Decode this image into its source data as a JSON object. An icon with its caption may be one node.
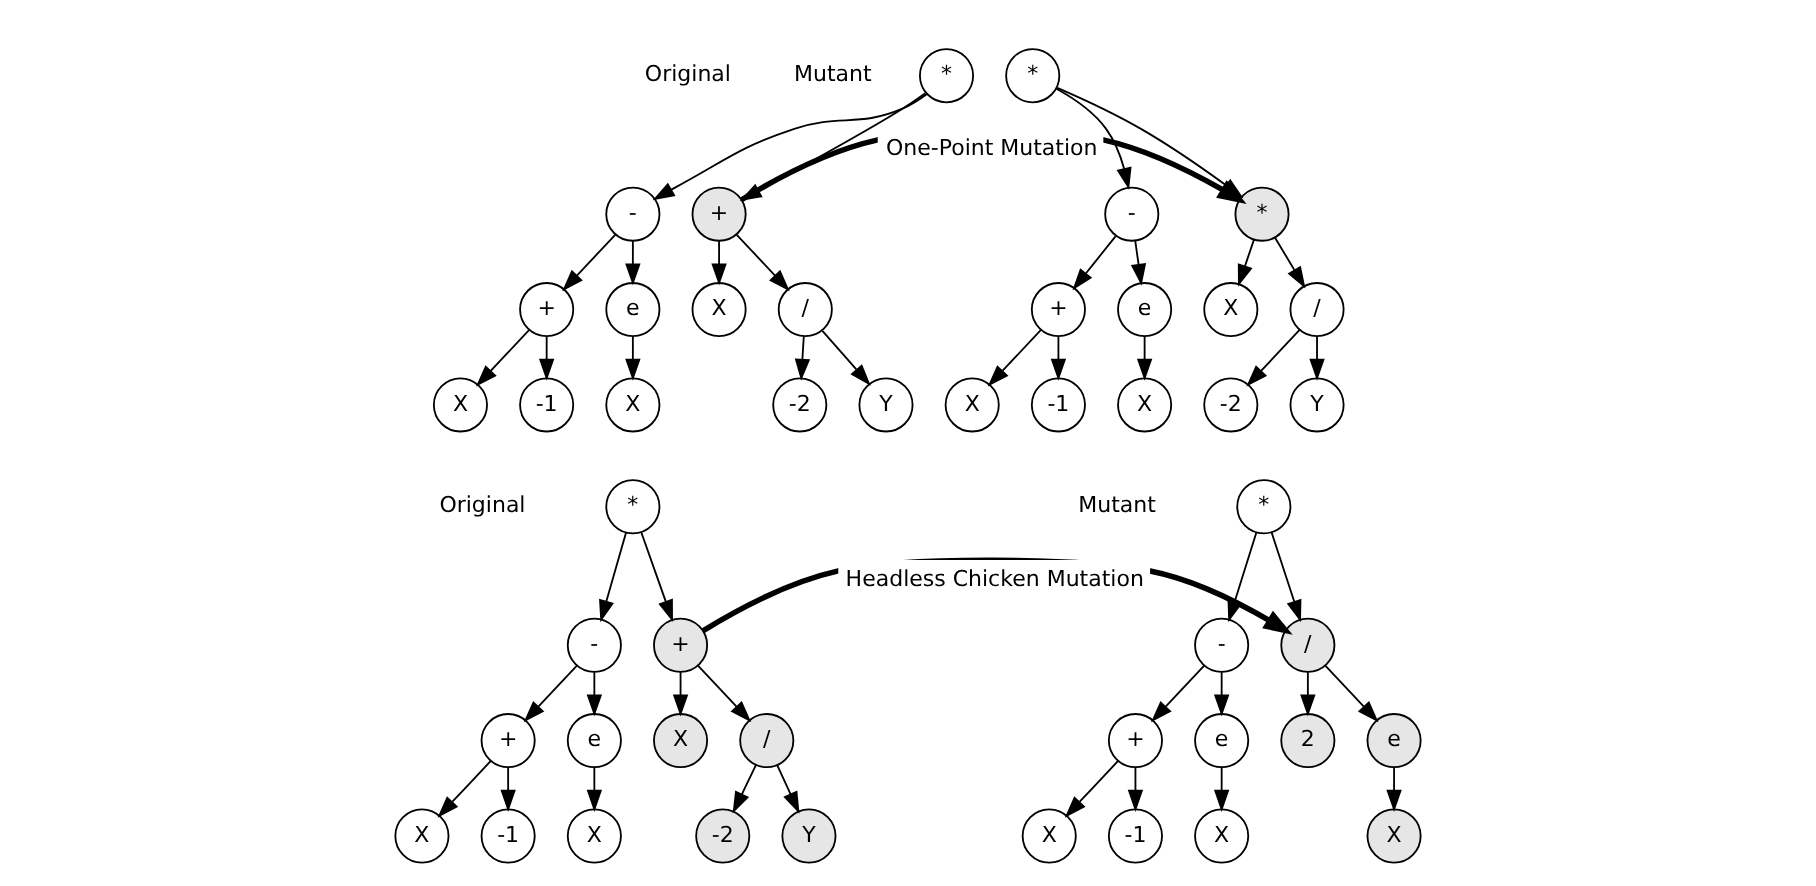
{
  "diagram": {
    "nodes": [
      {
        "text": [
          "*"
        ]
      },
      {
        "text": [
          "-"
        ]
      },
      {
        "text": [
          "+"
        ]
      },
      {
        "text": [
          "+"
        ]
      },
      {
        "text": [
          "e"
        ]
      },
      {
        "text": [
          "X"
        ]
      },
      {
        "text": [
          "/"
        ]
      },
      {
        "text": [
          "X"
        ]
      },
      {
        "text": [
          "-1"
        ]
      },
      {
        "text": [
          "X"
        ]
      },
      {
        "text": [
          "-2"
        ]
      },
      {
        "text": [
          "Y"
        ]
      },
      {
        "text": [
          "*"
        ]
      },
      {
        "text": [
          "-"
        ]
      },
      {
        "text": [
          "*"
        ]
      },
      {
        "text": [
          "+"
        ]
      },
      {
        "text": [
          "e"
        ]
      },
      {
        "text": [
          "X"
        ]
      },
      {
        "text": [
          "/"
        ]
      },
      {
        "text": [
          "X"
        ]
      },
      {
        "text": [
          "-1"
        ]
      },
      {
        "text": [
          "X"
        ]
      },
      {
        "text": [
          "-2"
        ]
      },
      {
        "text": [
          "Y"
        ]
      },
      {
        "text": [
          "*"
        ]
      },
      {
        "text": [
          "-"
        ]
      },
      {
        "text": [
          "+"
        ]
      },
      {
        "text": [
          "+"
        ]
      },
      {
        "text": [
          "e"
        ]
      },
      {
        "text": [
          "X"
        ]
      },
      {
        "text": [
          "/"
        ]
      },
      {
        "text": [
          "X"
        ]
      },
      {
        "text": [
          "-1"
        ]
      },
      {
        "text": [
          "X"
        ]
      },
      {
        "text": [
          "-2"
        ]
      },
      {
        "text": [
          "Y"
        ]
      },
      {
        "text": [
          "*"
        ]
      },
      {
        "text": [
          "-"
        ]
      },
      {
        "text": [
          "/"
        ]
      },
      {
        "text": [
          "+"
        ]
      },
      {
        "text": [
          "e"
        ]
      },
      {
        "text": [
          "2"
        ]
      },
      {
        "text": [
          "e"
        ]
      },
      {
        "text": [
          "X"
        ]
      },
      {
        "text": [
          "-1"
        ]
      },
      {
        "text": [
          "X"
        ]
      },
      {
        "text": [
          "X"
        ]
      }
    ],
    "edges": [
      {
        "from": 0,
        "to": 1,
        "arrow": "to"
      },
      {
        "from": 0,
        "to": 2,
        "arrow": "to"
      },
      {
        "from": 1,
        "to": 3,
        "arrow": "to"
      },
      {
        "from": 1,
        "to": 4,
        "arrow": "to"
      },
      {
        "from": 2,
        "to": 5,
        "arrow": "to"
      },
      {
        "from": 2,
        "to": 6,
        "arrow": "to"
      },
      {
        "from": 3,
        "to": 7,
        "arrow": "to"
      },
      {
        "from": 3,
        "to": 8,
        "arrow": "to"
      },
      {
        "from": 4,
        "to": 9,
        "arrow": "to"
      },
      {
        "from": 6,
        "to": 10,
        "arrow": "to"
      },
      {
        "from": 6,
        "to": 11,
        "arrow": "to"
      },
      {
        "from": 12,
        "to": 13,
        "arrow": "to"
      },
      {
        "from": 12,
        "to": 14,
        "arrow": "to"
      },
      {
        "from": 13,
        "to": 15,
        "arrow": "to"
      },
      {
        "from": 13,
        "to": 16,
        "arrow": "to"
      },
      {
        "from": 14,
        "to": 17,
        "arrow": "to"
      },
      {
        "from": 14,
        "to": 18,
        "arrow": "to"
      },
      {
        "from": 15,
        "to": 19,
        "arrow": "to"
      },
      {
        "from": 15,
        "to": 20,
        "arrow": "to"
      },
      {
        "from": 16,
        "to": 21,
        "arrow": "to"
      },
      {
        "from": 18,
        "to": 22,
        "arrow": "to"
      },
      {
        "from": 18,
        "to": 23,
        "arrow": "to"
      },
      {
        "from": 24,
        "to": 25,
        "arrow": "to"
      },
      {
        "from": 24,
        "to": 26,
        "arrow": "to"
      },
      {
        "from": 25,
        "to": 27,
        "arrow": "to"
      },
      {
        "from": 25,
        "to": 28,
        "arrow": "to"
      },
      {
        "from": 26,
        "to": 29,
        "arrow": "to"
      },
      {
        "from": 26,
        "to": 30,
        "arrow": "to"
      },
      {
        "from": 27,
        "to": 31,
        "arrow": "to"
      },
      {
        "from": 27,
        "to": 32,
        "arrow": "to"
      },
      {
        "from": 28,
        "to": 33,
        "arrow": "to"
      },
      {
        "from": 30,
        "to": 34,
        "arrow": "to"
      },
      {
        "from": 30,
        "to": 35,
        "arrow": "to"
      },
      {
        "from": 36,
        "to": 37,
        "arrow": "to"
      },
      {
        "from": 36,
        "to": 38,
        "arrow": "to"
      },
      {
        "from": 37,
        "to": 39,
        "arrow": "to"
      },
      {
        "from": 37,
        "to": 40,
        "arrow": "to"
      },
      {
        "from": 38,
        "to": 41,
        "arrow": "to"
      },
      {
        "from": 38,
        "to": 42,
        "arrow": "to"
      },
      {
        "from": 39,
        "to": 43,
        "arrow": "to"
      },
      {
        "from": 39,
        "to": 44,
        "arrow": "to"
      },
      {
        "from": 40,
        "to": 45,
        "arrow": "to"
      },
      {
        "from": 42,
        "to": 46,
        "arrow": "to"
      },
      {
        "from": 2,
        "to": 14,
        "arrow": "to",
        "label": "One-Point Mutation",
        "style": "thick"
      },
      {
        "from": 26,
        "to": 38,
        "arrow": "to",
        "label": "Headless Chicken Mutation",
        "style": "thick"
      }
    ],
    "labels": [
      "Original",
      "Mutant",
      "Original",
      "Mutant"
    ]
  }
}
